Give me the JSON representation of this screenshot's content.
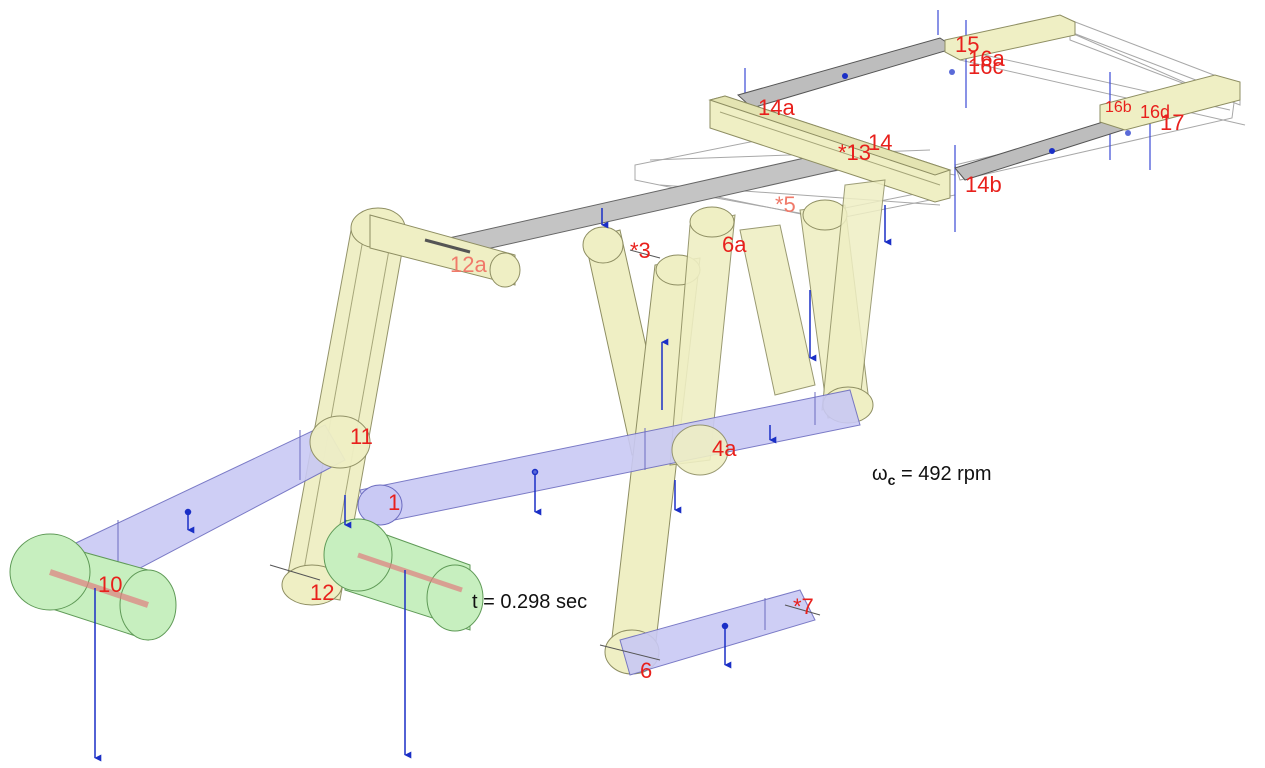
{
  "colors": {
    "link_fill": "#efefc4",
    "link_stroke": "#8e8e62",
    "crank_fill": "#c9c9f4",
    "crank_stroke": "#6c6cc0",
    "shaft_fill": "#c7efbf",
    "shaft_stroke": "#5f9a57",
    "frame_fill": "#bdbdbd",
    "force_arrow": "#1a2fc6",
    "label": "#e8201c",
    "text": "#111111"
  },
  "joint_labels": {
    "l15": "15",
    "l16a": "16a",
    "l16c": "16c",
    "l14a": "14a",
    "l16b": "16b",
    "l16d": "16d",
    "l17": "17",
    "l13": "*13",
    "l14": "14",
    "l14b": "14b",
    "l5": "*5",
    "l12a": "12a",
    "l3": "*3",
    "l6a": "6a",
    "l11": "11",
    "l4a": "4a",
    "l1": "1",
    "l10": "10",
    "l12": "12",
    "l7": "*7",
    "l6": "6"
  },
  "info": {
    "omega_symbol": "ω",
    "omega_sub": "c",
    "omega_value": " = 492 rpm",
    "time": "t = 0.298 sec"
  }
}
